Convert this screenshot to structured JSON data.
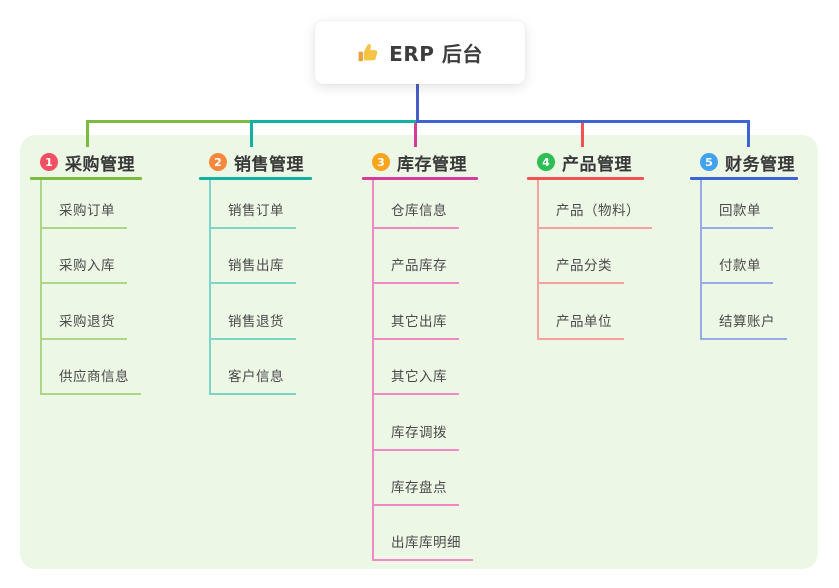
{
  "root": {
    "label": "ERP 后台",
    "icon": "thumbs-up",
    "line_color": "#4A5CC6",
    "card_bg": "#FFFFFF",
    "text_color": "#3D3D3D"
  },
  "panel": {
    "bg_color": "#EDF7E6"
  },
  "branches": [
    {
      "badge": "1",
      "label": "采购管理",
      "badge_color": "#F25062",
      "line_color": "#7CBB42",
      "child_line_color": "#AFD687",
      "children": [
        "采购订单",
        "采购入库",
        "采购退货",
        "供应商信息"
      ]
    },
    {
      "badge": "2",
      "label": "销售管理",
      "badge_color": "#F8883C",
      "line_color": "#14B1A2",
      "child_line_color": "#7BD5C8",
      "children": [
        "销售订单",
        "销售出库",
        "销售退货",
        "客户信息"
      ]
    },
    {
      "badge": "3",
      "label": "库存管理",
      "badge_color": "#F9A51B",
      "line_color": "#D63C97",
      "child_line_color": "#F08AC4",
      "children": [
        "仓库信息",
        "产品库存",
        "其它出库",
        "其它入库",
        "库存调拨",
        "库存盘点",
        "出库库明细"
      ]
    },
    {
      "badge": "4",
      "label": "产品管理",
      "badge_color": "#2EBE53",
      "line_color": "#F25352",
      "child_line_color": "#F7A2A1",
      "children": [
        "产品（物料）",
        "产品分类",
        "产品单位"
      ]
    },
    {
      "badge": "5",
      "label": "财务管理",
      "badge_color": "#41A2EE",
      "line_color": "#3E63D5",
      "child_line_color": "#96ACE7",
      "children": [
        "回款单",
        "付款单",
        "结算账户"
      ]
    }
  ]
}
